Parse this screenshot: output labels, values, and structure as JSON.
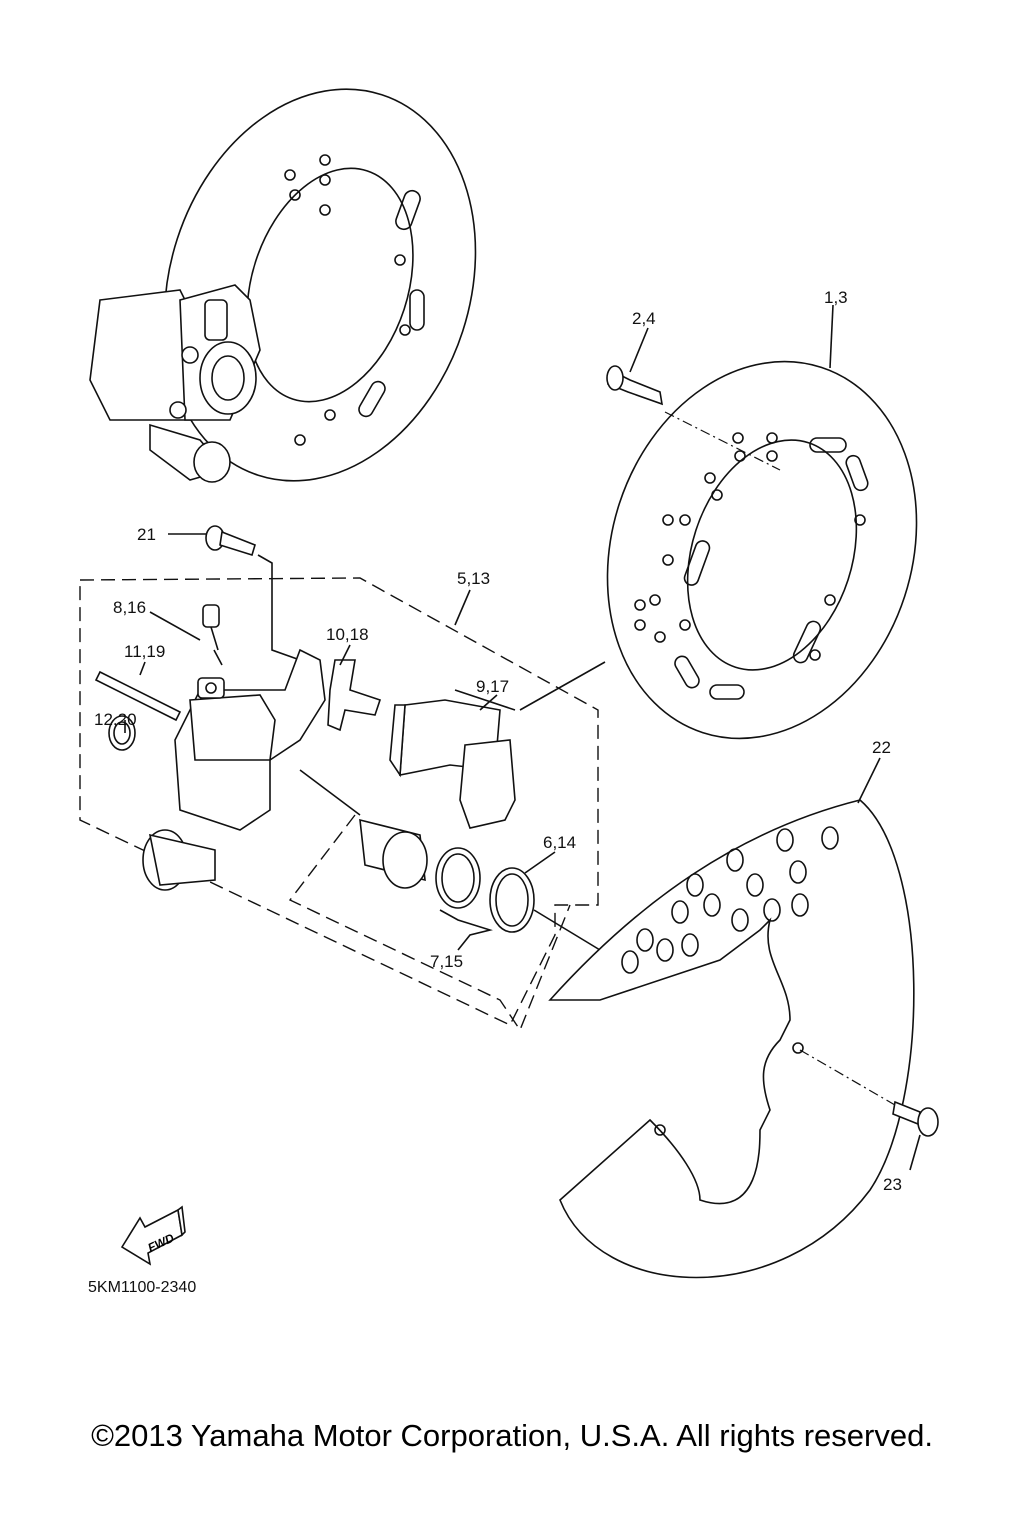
{
  "labels": {
    "l1_3": "1,3",
    "l2_4": "2,4",
    "l21": "21",
    "l5_13": "5,13",
    "l8_16": "8,16",
    "l10_18": "10,18",
    "l11_19": "11,19",
    "l9_17": "9,17",
    "l12_20": "12,20",
    "l6_14": "6,14",
    "l7_15": "7,15",
    "l22": "22",
    "l23": "23"
  },
  "fwd_arrow": "FWD",
  "diagram_code": "5KM1100-2340",
  "copyright": "©2013 Yamaha Motor Corporation, U.S.A. All rights reserved."
}
